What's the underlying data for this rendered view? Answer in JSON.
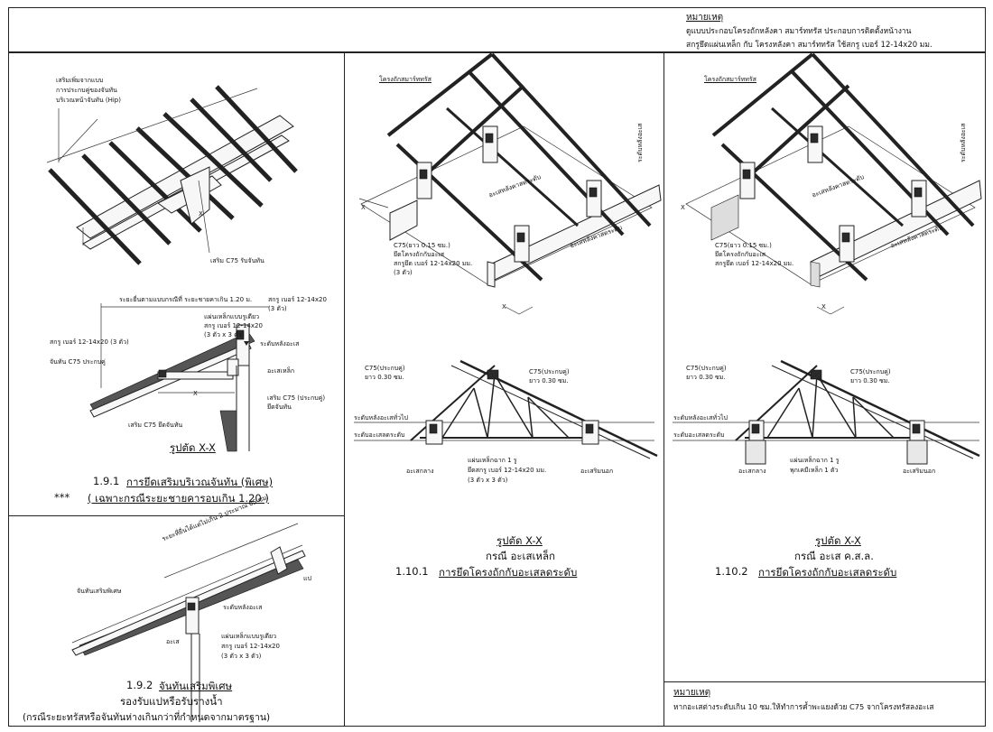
{
  "top_note": {
    "title": "หมายเหตุ",
    "line1": "ดูแบบประกอบโครงถักหลังคา สมาร์ททรัส ประกอบการติดตั้งหน้างาน",
    "line2": "สกรูยึดแผ่นเหล็ก กับ โครงหลังคา สมาร์ททรัส ใช้สกรู เบอร์ 12-14x20 มม."
  },
  "panel_191": {
    "iso_label_1": "เสริมเพิ่มจากแบบ",
    "iso_label_2": "การประกบคู่ของจันทัน",
    "iso_label_3": "บริเวณหน้าจันทัน (Hip)",
    "iso_label_c75": "เสริม C75 รับจันทัน",
    "iso_x": "X",
    "sec_dim": "ระยะยื่นตามแบบกรณีที่ ระยะชายคาเกิน 1.20 ม.",
    "screw_top": "สกรู เบอร์ 12-14x20",
    "screw_top_qty": "(3 ตัว)",
    "plate": "แผ่นเหล็กแบบรูเดียว",
    "plate_screw": "สกรู เบอร์ 12-14x20",
    "plate_qty": "(3 ตัว x 3 ตัว)",
    "screw_left": "สกรู เบอร์ 12-14x20 (3 ตัว)",
    "rafter": "จันทัน C75 ประกบคู่",
    "level": "ระดับหลังอะเส",
    "beam": "อะเสเหล็ก",
    "c75_pair": "เสริม C75 (ประกบคู่)",
    "c75_pair_2": "ยึดจันทัน",
    "c75_hold": "เสริม C75 ยึดจันทัน",
    "sec_x": "X",
    "section_title": "รูปตัด X-X",
    "caption_num": "1.9.1",
    "caption_text": "การยึดเสริมบริเวณจันทัน (พิเศษ)",
    "caption_note_mark": "***",
    "caption_note": "( เฉพาะกรณีระยะชายคารอบเกิน 1.20 )"
  },
  "panel_192": {
    "dim": "ระยะที่ยื่นได้แต่ไม่เกิน 2 ประมาณ 65 ซม.",
    "rafter": "จันทันเสริมพิเศษ",
    "level": "ระดับหลังอะเส",
    "fascia": "แป",
    "beam": "อะเส",
    "plate": "แผ่นเหล็กแบบรูเดียว",
    "plate_screw": "สกรู เบอร์ 12-14x20",
    "plate_qty": "(3 ตัว x 3 ตัว)",
    "caption_num": "1.9.2",
    "caption_text": "จันทันเสริมพิเศษ",
    "caption_2": "รองรับแปหรือรับรางน้ำ",
    "caption_3": "(กรณีระยะทรัสหรือจันทันห่างเกินกว่าที่กำหนดจากมาตรฐาน)"
  },
  "panel_1101": {
    "truss": "โครงถักสมาร์ททรัส",
    "level_a": "ระดับหลังอะเส",
    "beam_lvl": "อะเสหลังคาสตระดับ",
    "beam_lvl2": "อะเสหลังคาสตระดับ",
    "c75": "C75(ยาว 0.15 ซม.)",
    "fix": "ยึดโครงถักกับอะเส",
    "screw": "สกรูยึด เบอร์ 12-14x20 มม.",
    "qty": "(3 ตัว)",
    "x_left": "X",
    "x_bottom": "X",
    "c75_pair_l": "C75(ประกบคู่)",
    "c75_len_l": "ยาว 0.30 ซม.",
    "c75_pair_r": "C75(ประกบคู่)",
    "c75_len_r": "ยาว 0.30 ซม.",
    "lvl_top": "ระดับหลังอะเสทั่วไป",
    "lvl_beam": "ระดับอะเสลดระดับ",
    "beam_mid": "อะเสกลาง",
    "plate": "แผ่นเหล็กฉาก 1 รู",
    "plate_screw": "ยึดสกรู เบอร์ 12-14x20 มม.",
    "plate_qty": "(3 ตัว x 3 ตัว)",
    "beam_out": "อะเสริมนอก",
    "section_title": "รูปตัด X-X",
    "case": "กรณี อะเสเหล็ก",
    "caption_num": "1.10.1",
    "caption_text": "การยึดโครงถักกับอะเสลดระดับ"
  },
  "panel_1102": {
    "truss": "โครงถักสมาร์ททรัส",
    "level_a": "ระดับหลังอะเส",
    "beam_lvl": "อะเสหลังคาสตระดับ",
    "beam_lvl2": "อะเสหลังคาสตระดับ",
    "c75": "C75(ยาว 0.15 ซม.)",
    "fix": "ยึดโครงถักกับอะเส",
    "screw": "สกรูยึด เบอร์ 12-14x20 มม.",
    "x_left": "X",
    "x_bottom": "X",
    "c75_pair_l": "C75(ประกบคู่)",
    "c75_len_l": "ยาว 0.30 ซม.",
    "c75_pair_r": "C75(ประกบคู่)",
    "c75_len_r": "ยาว 0.30 ซม.",
    "lvl_top": "ระดับหลังอะเสทั่วไป",
    "lvl_beam": "ระดับอะเสลดระดับ",
    "beam_mid": "อะเสกลาง",
    "plate": "แผ่นเหล็กฉาก 1 รู",
    "plate_screw": "พุกเคมีเหล็ก 1 ตัว",
    "beam_out": "อะเสริมนอก",
    "section_title": "รูปตัด X-X",
    "case": "กรณี อะเส ค.ส.ล.",
    "caption_num": "1.10.2",
    "caption_text": "การยึดโครงถักกับอะเสลดระดับ"
  },
  "bottom_note": {
    "title": "หมายเหตุ",
    "text": "หากอะเสต่างระดับเกิน 10 ซม.ให้ทำการค้ำพะแยงด้วย C75 จากโครงทรัสลงอะเส"
  }
}
